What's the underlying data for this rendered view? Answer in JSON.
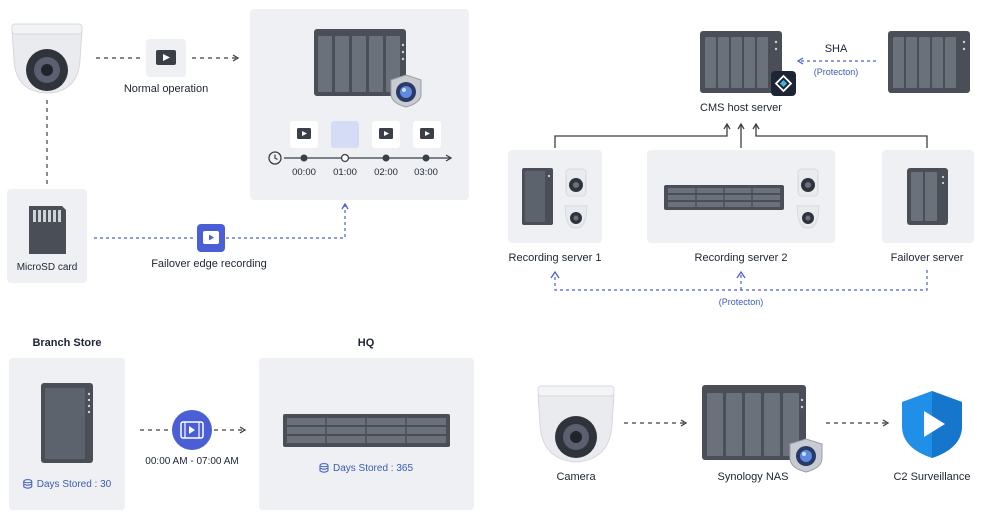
{
  "edge": {
    "normal_operation": "Normal operation",
    "microsd_card": "MicroSD card",
    "failover_edge_recording": "Failover edge recording",
    "timeline": [
      "00:00",
      "01:00",
      "02:00",
      "03:00"
    ]
  },
  "cms": {
    "sha": "SHA",
    "protecton_top": "(Protecton)",
    "host_server": "CMS host server",
    "recording_server_1": "Recording server 1",
    "recording_server_2": "Recording server 2",
    "failover_server": "Failover server",
    "protecton_bottom": "(Protecton)"
  },
  "branch": {
    "branch_store": "Branch Store",
    "hq": "HQ",
    "branch_days": "Days Stored : 30",
    "time_window": "00:00 AM - 07:00 AM",
    "hq_days": "Days Stored : 365"
  },
  "c2": {
    "camera": "Camera",
    "synology_nas": "Synology NAS",
    "c2_surveillance": "C2 Surveillance"
  },
  "colors": {
    "accent": "#4a5fd6",
    "device_dark": "#4a4f57",
    "panel": "#eef0f3",
    "c2_blue": "#1f8fe8"
  }
}
